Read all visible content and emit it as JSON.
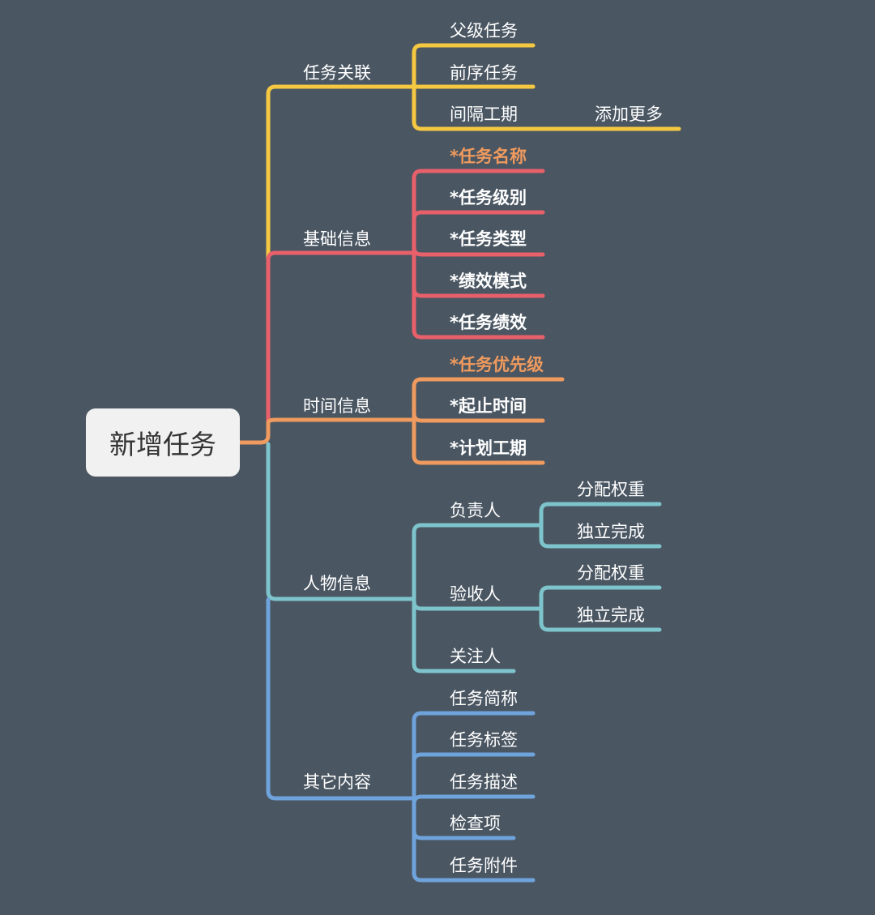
{
  "root": {
    "label": "新增任务"
  },
  "branches": [
    {
      "label": "任务关联",
      "color": "#f5c842",
      "children": [
        {
          "label": "父级任务"
        },
        {
          "label": "前序任务"
        },
        {
          "label": "间隔工期",
          "children": [
            {
              "label": "添加更多"
            }
          ]
        }
      ]
    },
    {
      "label": "基础信息",
      "color": "#e8606a",
      "children": [
        {
          "label": "*任务名称",
          "bold": true,
          "highlight": true
        },
        {
          "label": "*任务级别",
          "bold": true
        },
        {
          "label": "*任务类型",
          "bold": true
        },
        {
          "label": "*绩效模式",
          "bold": true
        },
        {
          "label": "*任务绩效",
          "bold": true
        }
      ]
    },
    {
      "label": "时间信息",
      "color": "#ef9a5e",
      "children": [
        {
          "label": "*任务优先级",
          "bold": true,
          "highlight": true
        },
        {
          "label": "*起止时间",
          "bold": true
        },
        {
          "label": "*计划工期",
          "bold": true
        }
      ]
    },
    {
      "label": "人物信息",
      "color": "#7ec4cc",
      "children": [
        {
          "label": "负责人",
          "children": [
            {
              "label": "分配权重"
            },
            {
              "label": "独立完成"
            }
          ]
        },
        {
          "label": "验收人",
          "children": [
            {
              "label": "分配权重"
            },
            {
              "label": "独立完成"
            }
          ]
        },
        {
          "label": "关注人"
        }
      ]
    },
    {
      "label": "其它内容",
      "color": "#6fa3dc",
      "children": [
        {
          "label": "任务简称"
        },
        {
          "label": "任务标签"
        },
        {
          "label": "任务描述"
        },
        {
          "label": "检查项"
        },
        {
          "label": "任务附件"
        }
      ]
    }
  ],
  "colors": {
    "background": "#4a5662",
    "highlight_text": "#ef9a5e",
    "root_fill": "#f1f1f1"
  }
}
